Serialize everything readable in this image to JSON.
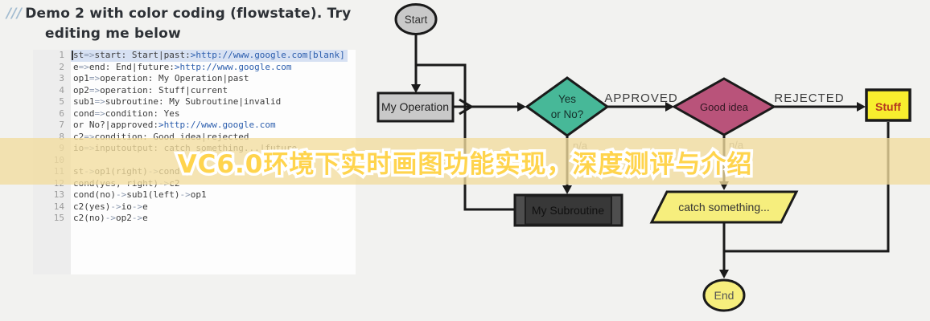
{
  "title": {
    "marks": "///",
    "line1": "Demo 2 with color coding (flowstate). Try",
    "line2": "editing me below"
  },
  "editor": {
    "lines": [
      {
        "num": "1",
        "text": "st=>start: Start|past:>http://www.google.com[blank]",
        "selected": true
      },
      {
        "num": "2",
        "text": "e=>end: End|future:>http://www.google.com"
      },
      {
        "num": "3",
        "text": "op1=>operation: My Operation|past"
      },
      {
        "num": "4",
        "text": "op2=>operation: Stuff|current"
      },
      {
        "num": "5",
        "text": "sub1=>subroutine: My Subroutine|invalid"
      },
      {
        "num": "6",
        "text": "cond=>condition: Yes"
      },
      {
        "num": "7",
        "text": "or No?|approved:>http://www.google.com"
      },
      {
        "num": "8",
        "text": "c2=>condition: Good idea|rejected"
      },
      {
        "num": "9",
        "text": "io=>inputoutput: catch something...|future"
      },
      {
        "num": "10",
        "text": ""
      },
      {
        "num": "11",
        "text": "st->op1(right)->cond"
      },
      {
        "num": "12",
        "text": "cond(yes, right)->c2"
      },
      {
        "num": "13",
        "text": "cond(no)->sub1(left)->op1"
      },
      {
        "num": "14",
        "text": "c2(yes)->io->e"
      },
      {
        "num": "15",
        "text": "c2(no)->op2->e"
      }
    ]
  },
  "overlay": {
    "text": "VC6.0环境下实时画图功能实现，深度测评与介绍",
    "text_color": "#ffd44d",
    "outline_color": "#ffffff",
    "band_color": "rgba(242,220,158,0.78)"
  },
  "flowchart": {
    "nodes": {
      "start": {
        "label": "Start",
        "fill": "#c9c9c9"
      },
      "operation": {
        "label": "My Operation",
        "fill": "#c9c9c9"
      },
      "decision1": {
        "line1": "Yes",
        "line2": "or No?",
        "fill": "#47b898"
      },
      "decision2": {
        "label": "Good idea",
        "fill": "#b9537a"
      },
      "stuff": {
        "label": "Stuff",
        "fill": "#f8ee2e",
        "text_color": "#b5371f"
      },
      "subroutine": {
        "label": "My Subroutine",
        "fill": "#4e4e4e"
      },
      "io": {
        "label": "catch something...",
        "fill": "#f6ee7d"
      },
      "end": {
        "label": "End",
        "fill": "#f6ee7d"
      }
    },
    "labels": {
      "approved": "APPROVED",
      "rejected": "REJECTED",
      "na1": "n/a",
      "na2": "n/a"
    }
  }
}
